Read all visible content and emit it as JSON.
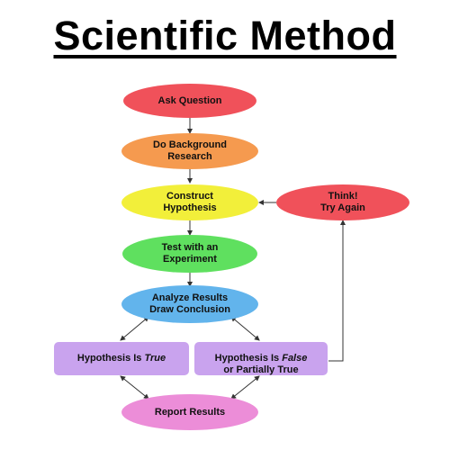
{
  "title": "Scientific Method",
  "colors": {
    "ask": "#f0515a",
    "research": "#f59a4f",
    "hypothesis": "#f2ef3a",
    "experiment": "#5fe05f",
    "analyze": "#62b4ec",
    "outcome": "#c9a3ee",
    "report": "#ec8dd8",
    "think": "#f0515a",
    "arrow": "#333333"
  },
  "nodes": {
    "ask_question": "Ask Question",
    "background_research": "Do Background\nResearch",
    "construct_hypothesis": "Construct\nHypothesis",
    "test_experiment": "Test with an\nExperiment",
    "analyze_results": "Analyze Results\nDraw Conclusion",
    "hypothesis_true_prefix": "Hypothesis Is ",
    "hypothesis_true_word": "True",
    "hypothesis_false_prefix": "Hypothesis Is ",
    "hypothesis_false_word": "False",
    "hypothesis_false_suffix": "or Partially True",
    "report_results": "Report Results",
    "think_try_again": "Think!\nTry Again"
  }
}
